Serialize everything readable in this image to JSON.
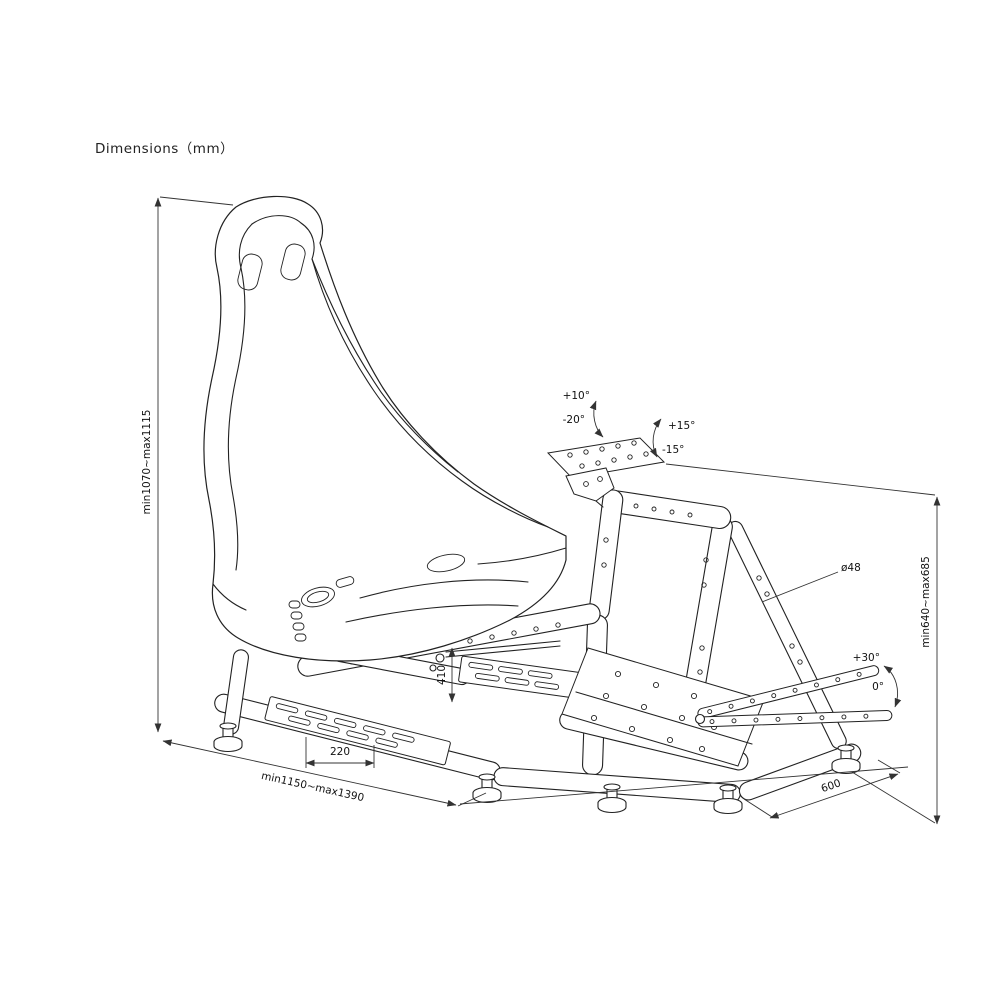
{
  "title": "Dimensions（mm）",
  "labels": {
    "left_height": "min1070~max1115",
    "base_length": "min1150~max1390",
    "seat_slide": "220",
    "seat_rail": "410",
    "right_height": "min640~max685",
    "tube_diameter": "ø48",
    "wheel_tilt_up": "+10°",
    "wheel_tilt_down": "-20°",
    "wheel_swivel_right": "+15°",
    "wheel_swivel_left": "-15°",
    "pedal_angle_up": "+30°",
    "pedal_angle_flat": "0°",
    "base_width": "600"
  }
}
